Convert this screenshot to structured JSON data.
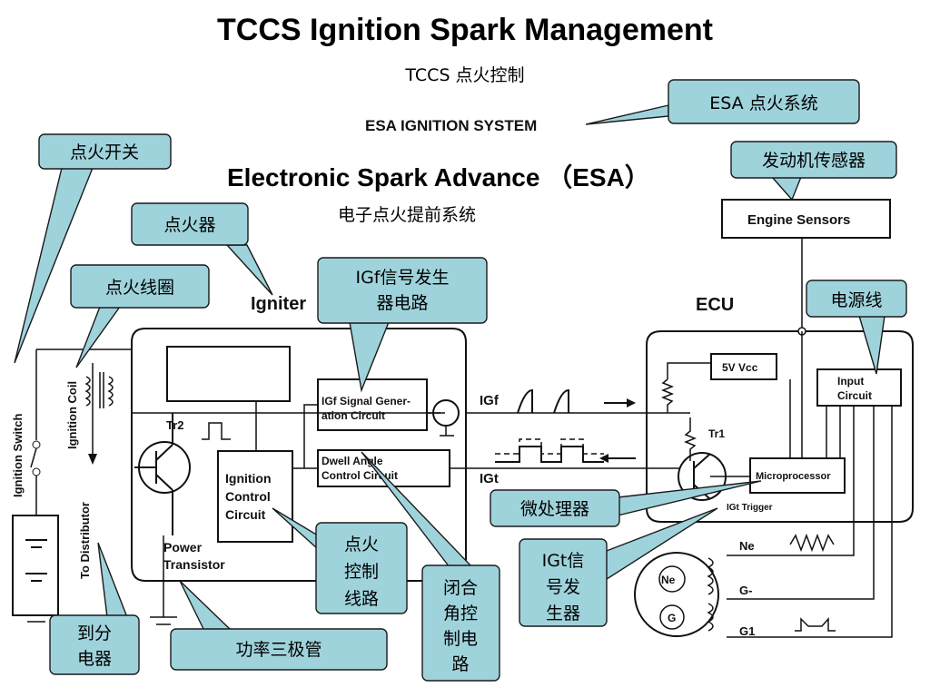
{
  "header": {
    "title": "TCCS Ignition Spark Management",
    "subtitle": "TCCS 点火控制"
  },
  "esa": {
    "system_label": "ESA IGNITION SYSTEM",
    "title": "Electronic Spark Advance （ESA）",
    "subtitle": "电子点火提前系统"
  },
  "diagram": {
    "igniter": "Igniter",
    "ecu": "ECU",
    "engine_sensors": "Engine Sensors",
    "vcc": "5V Vcc",
    "input_circuit_1": "Input",
    "input_circuit_2": "Circuit",
    "igf_circuit_1": "IGf Signal Gener-",
    "igf_circuit_2": "ation Circuit",
    "dwell_1": "Dwell Angle",
    "dwell_2": "Control Circuit",
    "ignition_control_1": "Ignition",
    "ignition_control_2": "Control",
    "ignition_control_3": "Circuit",
    "tr2": "Tr2",
    "tr1": "Tr1",
    "power_1": "Power",
    "power_2": "Transistor",
    "igf": "IGf",
    "igt": "IGt",
    "microprocessor": "Microprocessor",
    "igt_trigger": "IGt Trigger",
    "ne": "Ne",
    "g_minus": "G-",
    "g1": "G1",
    "ne_circle": "Ne",
    "g_circle": "G",
    "ignition_switch": "Ignition Switch",
    "ignition_coil": "Ignition Coil",
    "to_distributor": "To Distributor"
  },
  "callouts": {
    "esa_system": "ESA 点火系统",
    "ignition_switch": "点火开关",
    "engine_sensors": "发动机传感器",
    "igniter": "点火器",
    "ignition_coil": "点火线圈",
    "igf_gen_1": "IGf信号发生",
    "igf_gen_2": "器电路",
    "power_line": "电源线",
    "microprocessor": "微处理器",
    "ignition_control_1": "点火",
    "ignition_control_2": "控制",
    "ignition_control_3": "线路",
    "dwell_1": "闭合",
    "dwell_2": "角控",
    "dwell_3": "制电",
    "dwell_4": "路",
    "igt_gen_1": "IGt信",
    "igt_gen_2": "号发",
    "igt_gen_3": "生器",
    "distributor_1": "到分",
    "distributor_2": "电器",
    "power_transistor": "功率三极管"
  }
}
